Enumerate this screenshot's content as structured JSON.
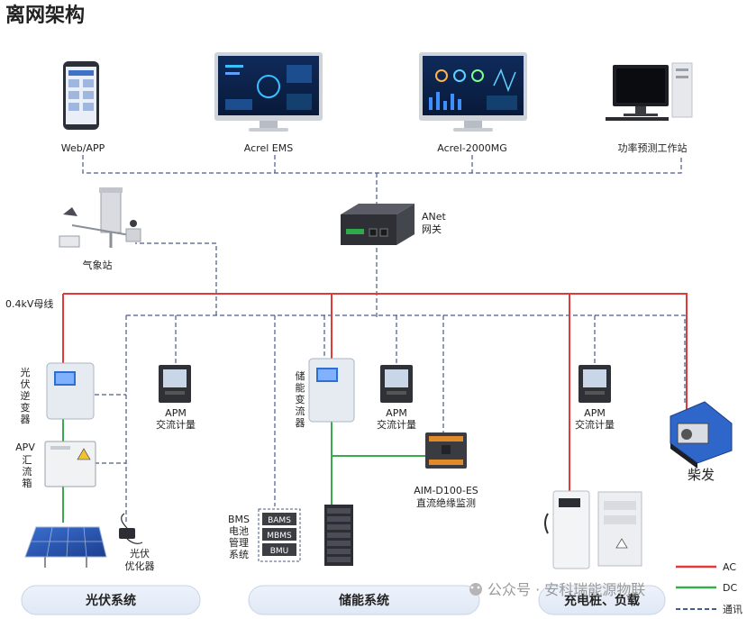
{
  "title": "离网架构",
  "monitoring": {
    "web_app": "Web/APP",
    "acrel_ems": "Acrel EMS",
    "acrel_2000mg": "Acrel-2000MG",
    "forecast_station": "功率预测工作站"
  },
  "gateway": {
    "name": "ANet",
    "desc": "网关"
  },
  "weather_station": "气象站",
  "bus": "0.4kV母线",
  "pv": {
    "inverter": [
      "光",
      "伏",
      "逆",
      "变",
      "器"
    ],
    "combiner_title": "APV",
    "combiner": [
      "汇",
      "流",
      "箱"
    ],
    "optimizer": [
      "光伏",
      "优化器"
    ]
  },
  "storage": {
    "pcs": [
      "储",
      "能",
      "变",
      "流",
      "器"
    ],
    "bms_label": [
      "BMS",
      "电池",
      "管理",
      "系统"
    ],
    "bms_boxes": [
      "BAMS",
      "MBMS",
      "BMU"
    ],
    "insulation_model": "AIM-D100-ES",
    "insulation_desc": "直流绝缘监测"
  },
  "apm": {
    "name": "APM",
    "desc": "交流计量"
  },
  "diesel": "柴发",
  "systems": {
    "pv": "光伏系统",
    "storage": "储能系统",
    "charging": "充电桩、负载"
  },
  "legend": {
    "ac": "AC",
    "dc": "DC",
    "comm": "通讯"
  },
  "watermark": "公众号 · 安科瑞能源物联",
  "colors": {
    "ac": "#e03a3a",
    "dc": "#3aaa4e",
    "comm": "#4a5a8a"
  }
}
